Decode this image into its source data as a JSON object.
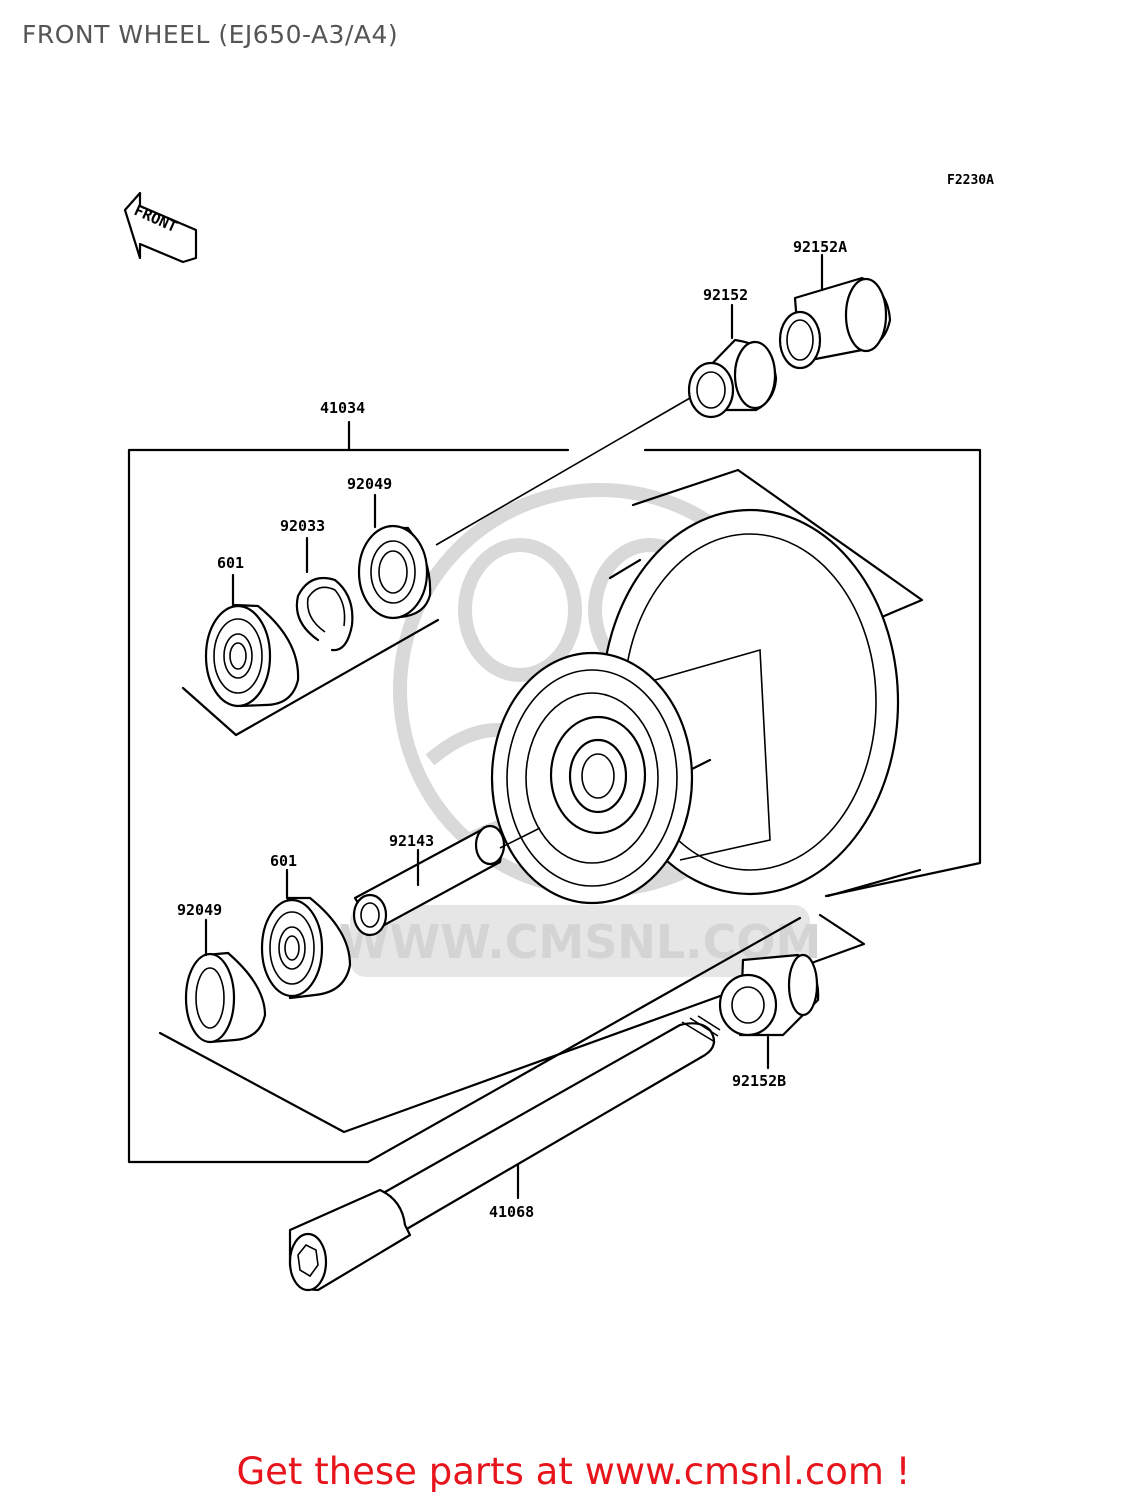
{
  "header": {
    "title": "FRONT WHEEL (EJ650-A3/A4)"
  },
  "diagram": {
    "ref_code": "F2230A",
    "direction_label": "FRONT",
    "callouts": {
      "p92152A": "92152A",
      "p92152": "92152",
      "p41034": "41034",
      "p92049_top": "92049",
      "p92033": "92033",
      "p601_top": "601",
      "p92143": "92143",
      "p601_bottom": "601",
      "p92049_bottom": "92049",
      "p92152B": "92152B",
      "p41068": "41068"
    }
  },
  "watermark": {
    "url": "WWW.CMSNL.COM"
  },
  "footer": {
    "link_text": "Get these parts at www.cmsnl.com !"
  }
}
